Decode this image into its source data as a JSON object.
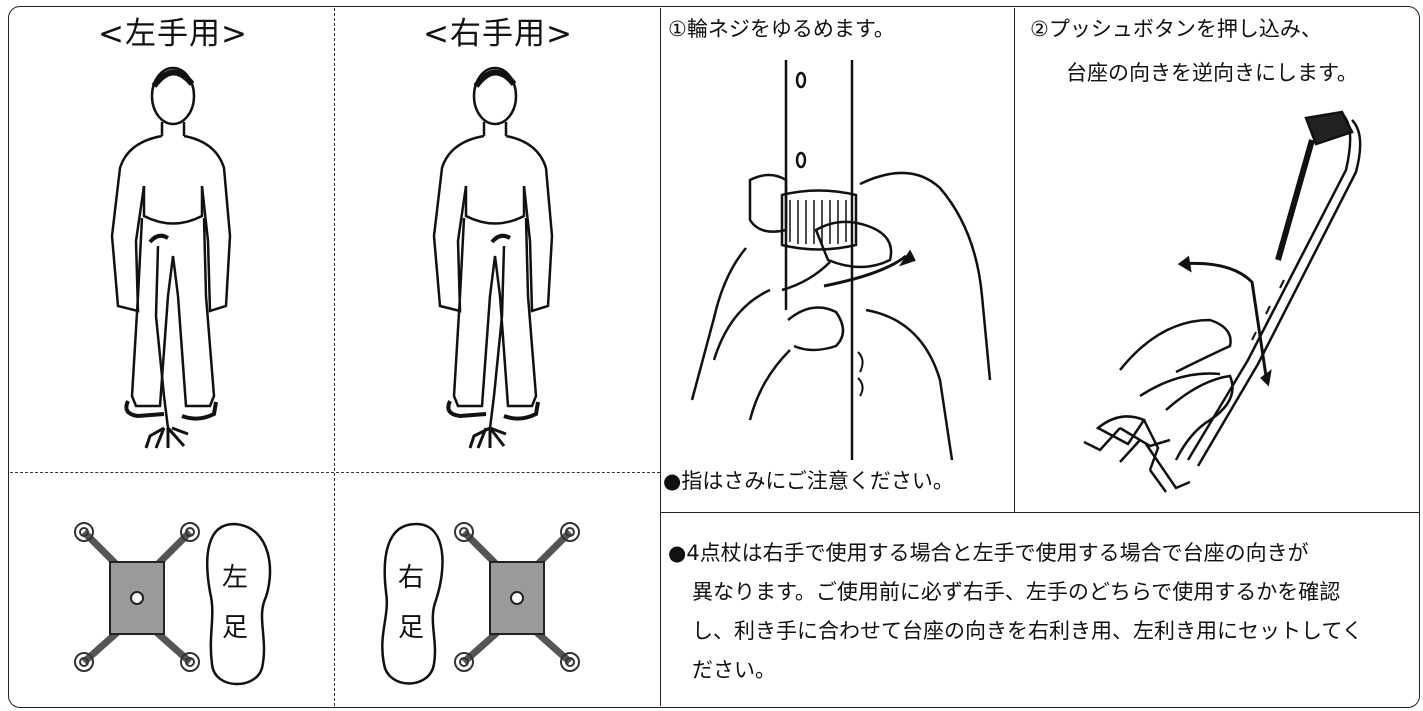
{
  "left_panel": {
    "left_hand_title": "<左手用>",
    "right_hand_title": "<右手用>",
    "left_foot_label": [
      "左",
      "足"
    ],
    "right_foot_label": [
      "右",
      "足"
    ]
  },
  "steps": {
    "step1_text": "①輪ネジをゆるめます。",
    "step1_caution": "●指はさみにご注意ください。",
    "step2_line1": "②プッシュボタンを押し込み、",
    "step2_line2": "台座の向きを逆向きにします。"
  },
  "notice": {
    "lines": [
      "●4点杖は右手で使用する場合と左手で使用する場合で台座の向きが",
      "異なります。ご使用前に必ず右手、左手のどちらで使用するかを確認",
      "し、利き手に合わせて台座の向きを右利き用、左利き用にセットしてく",
      "ださい。"
    ]
  }
}
